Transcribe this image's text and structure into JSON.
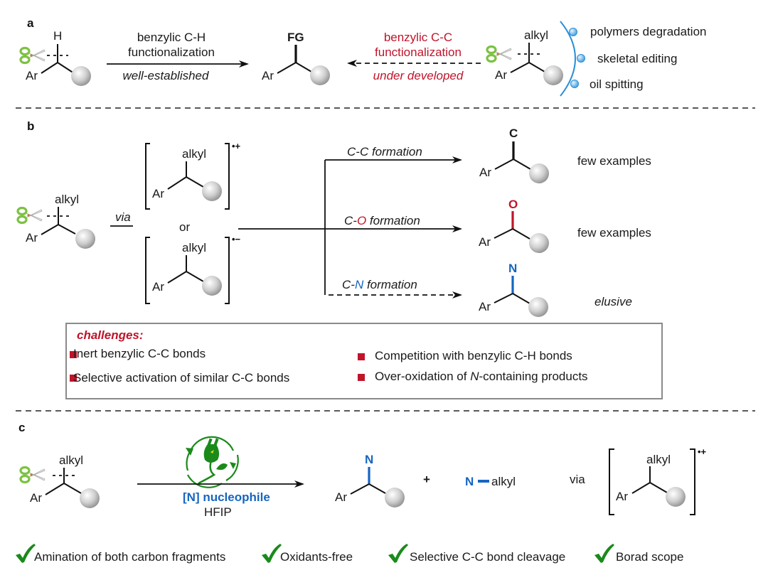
{
  "colors": {
    "accent_red": "#c0142a",
    "accent_blue": "#1565c0",
    "check_green": "#1a8a1a",
    "scissor_green": "#7cc242",
    "sphere_gray": "#bdbdbd",
    "box_border": "#8a8a8a"
  },
  "panel_a": {
    "label": "a",
    "start_substituent": "H",
    "ar": "Ar",
    "arrow1_top_line1": "benzylic C-H",
    "arrow1_top_line2": "functionalization",
    "arrow1_bottom": "well-established",
    "product_group": "FG",
    "arrow2_top_line1": "benzylic C-C",
    "arrow2_top_line2": "functionalization",
    "arrow2_bottom": "under developed",
    "cc_substituent": "alkyl",
    "applications": [
      "polymers degradation",
      "skeletal editing",
      "oil spitting"
    ]
  },
  "panel_b": {
    "label": "b",
    "start_substituent": "alkyl",
    "ar": "Ar",
    "via": "via",
    "or": "or",
    "intermediate_top_charge": "•+",
    "intermediate_bottom_charge": "•−",
    "intermediate_substituent": "alkyl",
    "pathways": [
      {
        "prefix": "C-",
        "atom": "C",
        "suffix": " formation",
        "product_atom": "C",
        "outcome": "few examples",
        "outcome_italic": false
      },
      {
        "prefix": "C-",
        "atom": "O",
        "suffix": " formation",
        "product_atom": "O",
        "outcome": "few examples",
        "outcome_italic": false
      },
      {
        "prefix": "C-",
        "atom": "N",
        "suffix": " formation",
        "product_atom": "N",
        "outcome": "elusive",
        "outcome_italic": true
      }
    ],
    "challenges": {
      "title": "challenges:",
      "items": [
        "Inert benzylic C-C bonds",
        "Selective activation of similar C-C bonds",
        "Competition with benzylic C-H bonds",
        "Over-oxidation of N-containing products"
      ],
      "item4_parts": [
        "Over-oxidation of ",
        "N",
        "-containing products"
      ]
    }
  },
  "panel_c": {
    "label": "c",
    "start_substituent": "alkyl",
    "ar": "Ar",
    "reagent": "[N] nucleophile",
    "solvent": "HFIP",
    "product_atom": "N",
    "plus": "+",
    "byproduct_atom": "N",
    "byproduct_group": "alkyl",
    "via": "via",
    "intermediate_substituent": "alkyl",
    "intermediate_charge": "•+",
    "icon": "electro-plug-leaf-icon"
  },
  "features": [
    "Amination of both carbon fragments",
    "Oxidants-free",
    "Selective C-C bond cleavage",
    "Borad scope"
  ]
}
